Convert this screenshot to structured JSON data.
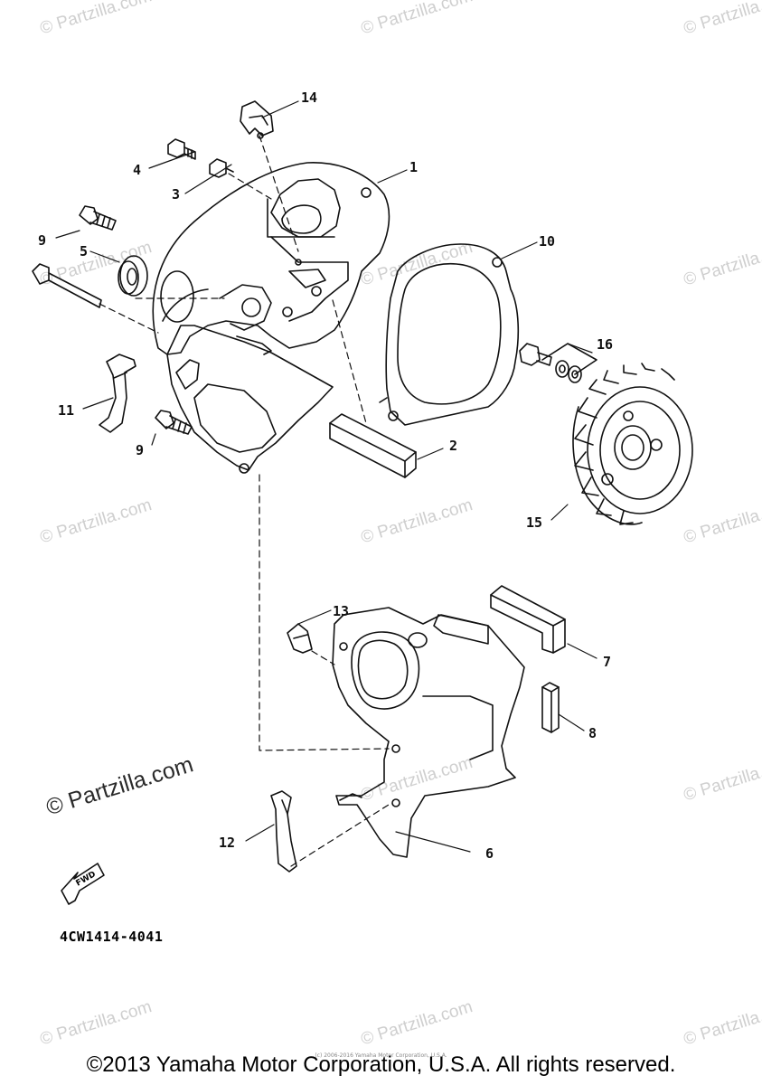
{
  "watermarks": {
    "text": "© Partzilla.com",
    "featured_text": "© Partzilla.com"
  },
  "callouts": [
    {
      "id": "1",
      "label": "1"
    },
    {
      "id": "2",
      "label": "2"
    },
    {
      "id": "3",
      "label": "3"
    },
    {
      "id": "4",
      "label": "4"
    },
    {
      "id": "5",
      "label": "5"
    },
    {
      "id": "6",
      "label": "6"
    },
    {
      "id": "7",
      "label": "7"
    },
    {
      "id": "8",
      "label": "8"
    },
    {
      "id": "9a",
      "label": "9"
    },
    {
      "id": "9b",
      "label": "9"
    },
    {
      "id": "10",
      "label": "10"
    },
    {
      "id": "11",
      "label": "11"
    },
    {
      "id": "12",
      "label": "12"
    },
    {
      "id": "13",
      "label": "13"
    },
    {
      "id": "14",
      "label": "14"
    },
    {
      "id": "15",
      "label": "15"
    },
    {
      "id": "16",
      "label": "16"
    }
  ],
  "fwd_label": "FWD",
  "reference_code": "4CW1414-4041",
  "tiny_copyright": "(c) 2006-2016 Yamaha Motor Corporation, U.S.A.",
  "copyright": "©2013 Yamaha Motor Corporation, U.S.A. All rights reserved.",
  "colors": {
    "line": "#111111",
    "watermark": "#cfcfcf",
    "background": "#ffffff"
  }
}
